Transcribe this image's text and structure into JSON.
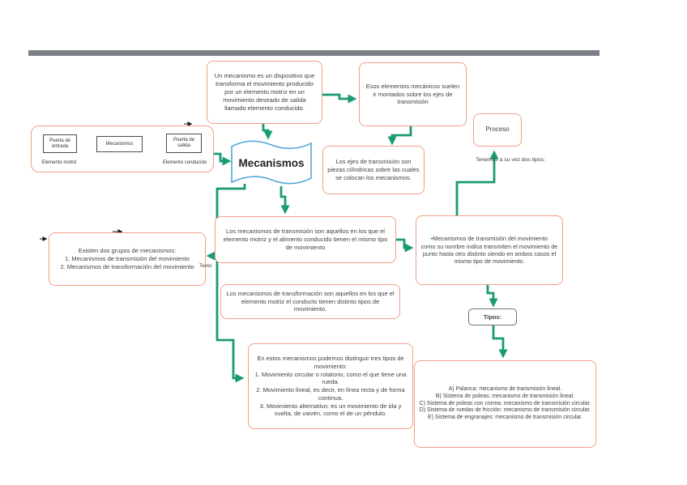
{
  "colors": {
    "node_border": "#F29E86",
    "arrow": "#189B73",
    "flag_border": "#54A9DB",
    "top_bar": "#7B8088"
  },
  "nodes": {
    "definition": {
      "text": "Un mecanismo es un dispositivo que transforma el movimiento producido por un elemento motriz en un movimiento deseado de salida llamado elemento conducido."
    },
    "elements_mounted": {
      "text": "Esos elementos mecánicos suelen ir montados sobre los ejes de transmisión"
    },
    "proceso": {
      "text": "Proceso"
    },
    "axes": {
      "text": "Los ejes de transmisión son piezas cilíndricas sobre las cuales se colocan los mecanismos."
    },
    "mecanismos": {
      "text": "Mecanismos"
    },
    "flowchart": {
      "input": "Puerta de entrada",
      "process": "Mecanismos",
      "output": "Puerta de salida",
      "label_left": "Elemento motriz",
      "label_right": "Elemento conducido"
    },
    "groups": {
      "text": "Existen dos grupos de mecanismos:\n1. Mecanismos de transmisión del movimiento\n2. Mecanismos de transformación del movimiento"
    },
    "transmission_def": {
      "text": "Los mecanismos de transmisión son aquellos en los que el elemento motriz y el alimento conducido tienen el mismo tipo de movimiento"
    },
    "transmission_detail": {
      "text": "•Mecanismos de transmisión del movimiento\ncomo su nombre indica transmiten el movimiento de punto hasta otro distinto siendo en ambos casos el mismo tipo de movimiento."
    },
    "transformation_def": {
      "text": "Los mecanismos de transformación son aquellos en los que el elemento motriz el conducto tienen distinto tipos de movimiento."
    },
    "tipos": {
      "text": "Tipos:"
    },
    "movement_types": {
      "text": "En estos mecanismos podemos distinguir tres tipos de movimiento:\n1. Movimiento circular o rotatorio, como el que tiene una rueda.\n2. Movimiento lineal, es decir, en línea recta y de forma continua.\n3. Movimiento alternativo: es un movimiento de ida y vuelta, de vaivén, como el de un péndulo."
    },
    "types_list": {
      "text": "A) Palanca: mecanismo de transmisión lineal.\nB) Sistema de poleas: mecanismo de transmisión lineal.\nC) Sistema de poleas con correa: mecanismo de transmisión circular.\nD) Sistema de ruedas de fricción: mecanismo de transmisión circular.\nE) Sistema de engranajes: mecanismo de transmisión circular."
    }
  },
  "labels": {
    "texto": "Texto",
    "two_types": "Tenemos a su vez dos tipos:"
  }
}
